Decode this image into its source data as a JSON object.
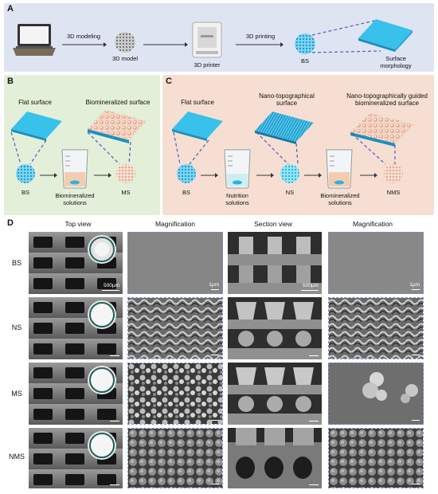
{
  "panelA": {
    "label": "A",
    "modeling": "3D modeling",
    "model": "3D model",
    "printer": "3D printer",
    "printing": "3D printing",
    "bs": "BS",
    "surface": "Surface\nmorphology"
  },
  "panelB": {
    "label": "B",
    "flat": "Flat surface",
    "biomin": "Biomineralized surface",
    "bs": "BS",
    "solutions": "Biomineralized\nsolutions",
    "ms": "MS"
  },
  "panelC": {
    "label": "C",
    "flat": "Flat surface",
    "nano": "Nano-topographical\nsurface",
    "guided": "Nano-topographically guided\nbiomineralized surface",
    "bs": "BS",
    "nutrition": "Nutrition\nsolutions",
    "ns": "NS",
    "biomin_solutions": "Biomineralized\nsolutions",
    "nms": "NMS"
  },
  "panelD": {
    "label": "D",
    "headers": [
      "Top view",
      "Magnification",
      "Section view",
      "Magnification"
    ],
    "rows": [
      "BS",
      "NS",
      "MS",
      "NMS"
    ],
    "scale_top": "500μm",
    "scale_mag": "1μm",
    "scale_section": "500μm",
    "scale_mag2": "1μm"
  },
  "colors": {
    "panelA_bg": "#dfe4f3",
    "panelB_bg": "#e3efd8",
    "panelC_bg": "#f6dfd2",
    "scaffold": "#2bb3e0",
    "dash": "#4a5fc0"
  }
}
